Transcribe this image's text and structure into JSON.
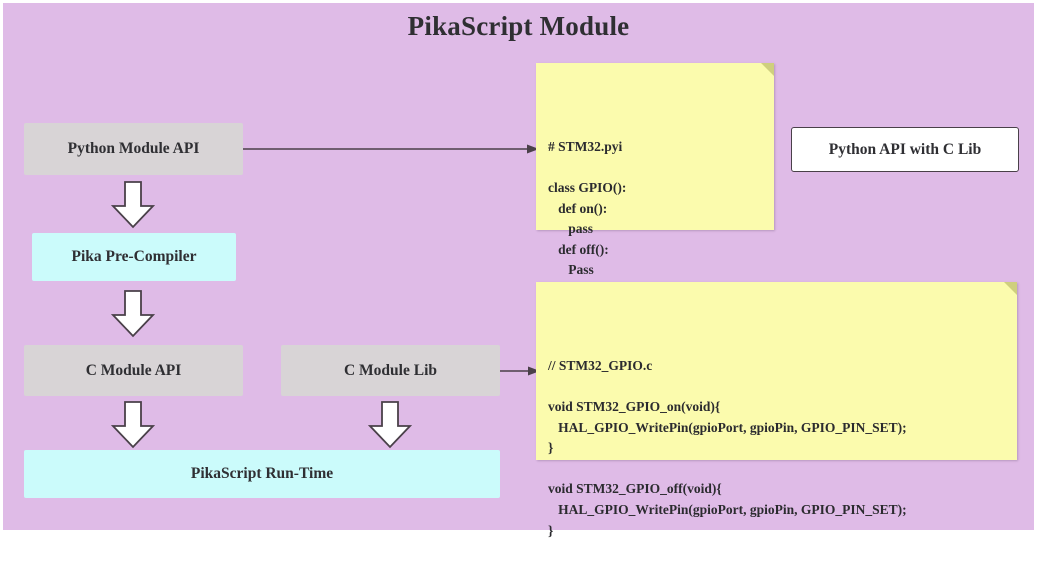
{
  "diagram": {
    "title": "PikaScript Module",
    "background_color": "#dfbbe7",
    "type": "flow-diagram"
  },
  "nodes": [
    {
      "id": "python-module-api",
      "label": "Python Module API",
      "style": "gray",
      "fill": "#d8d4d6"
    },
    {
      "id": "pika-pre-compiler",
      "label": "Pika Pre-Compiler",
      "style": "cyan",
      "fill": "#cbfbfb"
    },
    {
      "id": "c-module-api",
      "label": "C Module API",
      "style": "gray",
      "fill": "#d8d4d6"
    },
    {
      "id": "c-module-lib",
      "label": "C Module Lib",
      "style": "gray",
      "fill": "#d8d4d6"
    },
    {
      "id": "pikascript-run-time",
      "label": "PikaScript Run-Time",
      "style": "cyan",
      "fill": "#cbfbfb"
    },
    {
      "id": "python-api-with-c-lib",
      "label": "Python API with C Lib",
      "style": "white",
      "fill": "#ffffff"
    }
  ],
  "notes": [
    {
      "id": "stm32-pyi-note",
      "fill": "#fbfbad",
      "text": "# STM32.pyi\n\nclass GPIO():\n   def on():\n      pass\n   def off():\n      Pass"
    },
    {
      "id": "stm32-gpio-c-note",
      "fill": "#fbfbad",
      "text": "// STM32_GPIO.c\n\nvoid STM32_GPIO_on(void){\n   HAL_GPIO_WritePin(gpioPort, gpioPin, GPIO_PIN_SET);\n}\n\nvoid STM32_GPIO_off(void){\n   HAL_GPIO_WritePin(gpioPort, gpioPin, GPIO_PIN_SET);\n}"
    }
  ],
  "arrows": {
    "block_arrow_color": "#ffffff",
    "block_arrow_stroke": "#4a4049",
    "connector_color": "#4a4049"
  }
}
